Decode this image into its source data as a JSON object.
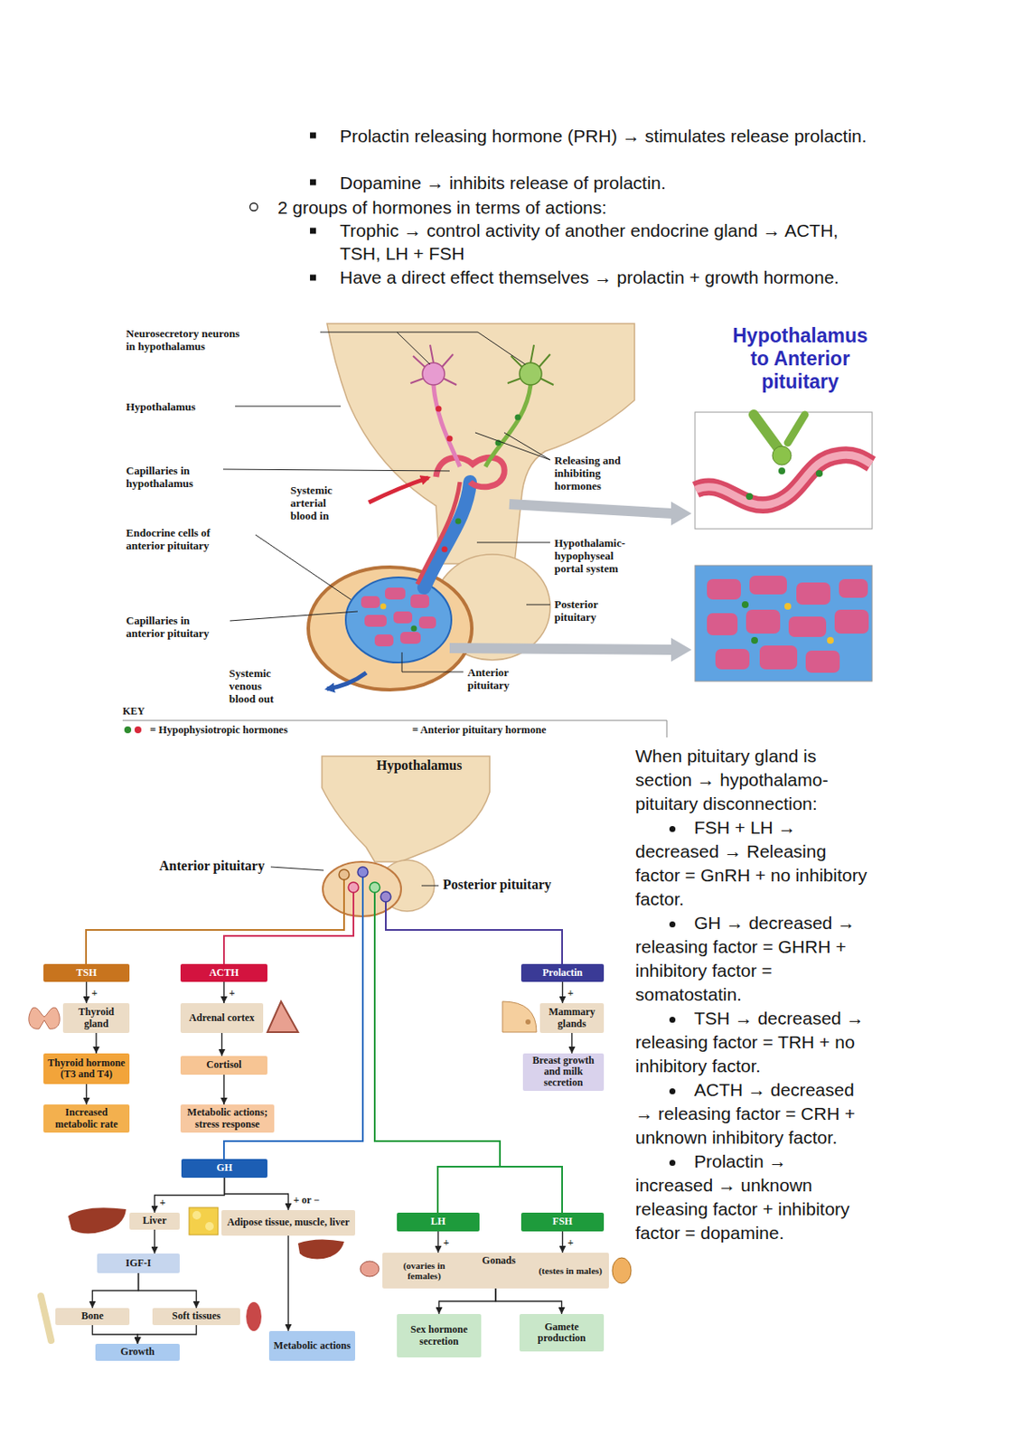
{
  "diagram": {
    "title": "Hypothalamus to Anterior pituitary",
    "nodes": [
      {
        "text": [
          "TSH"
        ]
      },
      {
        "text": [
          "Thyroid gland"
        ]
      },
      {
        "text": [
          "Thyroid hormone (T3 and T4)"
        ]
      },
      {
        "text": [
          "Increased metabolic rate"
        ]
      },
      {
        "text": [
          "ACTH"
        ]
      },
      {
        "text": [
          "Adrenal cortex"
        ]
      },
      {
        "text": [
          "Cortisol"
        ]
      },
      {
        "text": [
          "Metabolic actions; stress response"
        ]
      },
      {
        "text": [
          "Prolactin"
        ]
      },
      {
        "text": [
          "Mammary glands"
        ]
      },
      {
        "text": [
          "Breast growth and milk secretion"
        ]
      },
      {
        "text": [
          "GH"
        ]
      },
      {
        "text": [
          "Liver"
        ]
      },
      {
        "text": [
          "Adipose tissue, muscle, liver"
        ]
      },
      {
        "text": [
          "IGF-I"
        ]
      },
      {
        "text": [
          "Bone"
        ]
      },
      {
        "text": [
          "Soft tissues"
        ]
      },
      {
        "text": [
          "Growth"
        ]
      },
      {
        "text": [
          "Metabolic actions"
        ]
      },
      {
        "text": [
          "LH"
        ]
      },
      {
        "text": [
          "FSH"
        ]
      },
      {
        "text": [
          "Gonads",
          "(ovaries in females)",
          "(testes in males)"
        ]
      },
      {
        "text": [
          "Sex hormone secretion"
        ]
      },
      {
        "text": [
          "Gamete production"
        ]
      }
    ],
    "edges": [
      {
        "from": 0,
        "to": 1,
        "label": "+",
        "arrow": "to"
      },
      {
        "from": 1,
        "to": 2,
        "arrow": "to"
      },
      {
        "from": 2,
        "to": 3,
        "arrow": "to"
      },
      {
        "from": 4,
        "to": 5,
        "label": "+",
        "arrow": "to"
      },
      {
        "from": 5,
        "to": 6,
        "arrow": "to"
      },
      {
        "from": 6,
        "to": 7,
        "arrow": "to"
      },
      {
        "from": 8,
        "to": 9,
        "label": "+",
        "arrow": "to"
      },
      {
        "from": 9,
        "to": 10,
        "arrow": "to"
      },
      {
        "from": 11,
        "to": 12,
        "label": "+",
        "arrow": "to"
      },
      {
        "from": 11,
        "to": 13,
        "label": "+ or −",
        "arrow": "to"
      },
      {
        "from": 12,
        "to": 14,
        "arrow": "to"
      },
      {
        "from": 14,
        "to": 15,
        "arrow": "to"
      },
      {
        "from": 14,
        "to": 16,
        "arrow": "to"
      },
      {
        "from": 13,
        "to": 18,
        "arrow": "to"
      },
      {
        "from": 15,
        "to": 17,
        "arrow": "to"
      },
      {
        "from": 16,
        "to": 17,
        "arrow": "to"
      },
      {
        "from": 19,
        "to": 21,
        "label": "+",
        "arrow": "to"
      },
      {
        "from": 20,
        "to": 21,
        "label": "+",
        "arrow": "to"
      },
      {
        "from": 21,
        "to": 22,
        "arrow": "to"
      },
      {
        "from": 21,
        "to": 23,
        "arrow": "to"
      }
    ],
    "labels": [
      "Prolactin releasing hormone (PRH) → stimulates release prolactin.",
      "Dopamine → inhibits release of prolactin.",
      "2 groups of hormones in terms of actions:",
      "Trophic → control activity of another endocrine gland → ACTH, TSH, LH + FSH",
      "Have a direct effect themselves → prolactin + growth hormone.",
      "Neurosecretory neurons in hypothalamus",
      "Hypothalamus",
      "Capillaries in hypothalamus",
      "Systemic arterial blood in",
      "Endocrine cells of anterior pituitary",
      "Capillaries in anterior pituitary",
      "Systemic venous blood out",
      "Releasing and inhibiting hormones",
      "Hypothalamic-hypophyseal portal system",
      "Posterior pituitary",
      "Anterior pituitary",
      "KEY",
      "Hypothalamus",
      "Anterior pituitary",
      "Posterior pituitary",
      "When pituitary gland is section → hypothalamo-pituitary disconnection:",
      "FSH + LH → decreased → Releasing factor = GnRH + no inhibitory factor.",
      "GH → decreased → releasing factor = GHRH + inhibitory factor = somatostatin.",
      "TSH → decreased → releasing factor = TRH + no inhibitory factor.",
      "ACTH → decreased → releasing factor = CRH + unknown inhibitory factor.",
      "Prolactin → increased → unknown releasing factor + inhibitory factor = dopamine."
    ],
    "legend": [
      {
        "text": "= Hypophysiotropic hormones"
      },
      {
        "text": "= Anterior pituitary hormone"
      }
    ]
  }
}
